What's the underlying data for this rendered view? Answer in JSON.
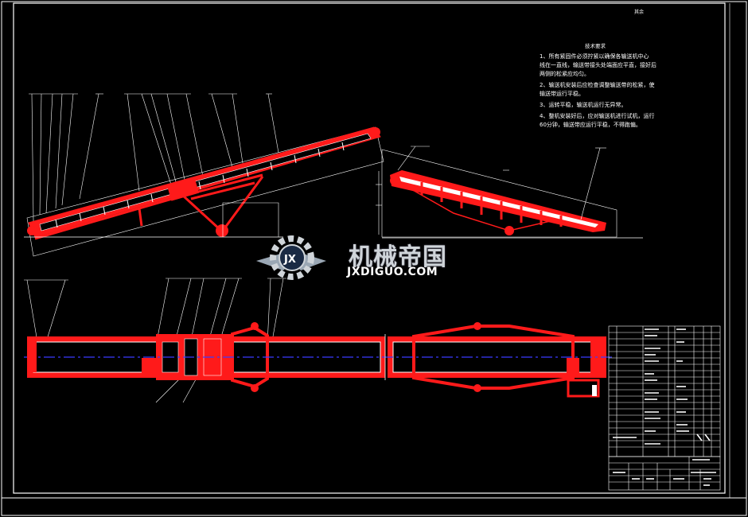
{
  "corner_mark": "其余",
  "notes": {
    "title": "技术要求",
    "items": [
      "1、所有紧固件必须拧紧以确保各输送机中心",
      "    线在一直线，输送带接头处端面应平直，接好后",
      "    两侧的松紧应均匀。",
      "2、输送机安装后应检查调整输送带的松紧，使",
      "    输送带运行平稳。",
      "3、运转平稳，输送机运行无异常。",
      "4、整机安装好后，应对输送机进行试机，运行",
      "    60分钟，输送带应运行平稳，不得跑偏。"
    ]
  },
  "logo": {
    "title": "机械帝国",
    "subtitle": "JXDIGUO.COM",
    "emblem": "JX"
  },
  "colors": {
    "background": "#000000",
    "frame": "#ffffff",
    "part": "#ff1a1a",
    "centerline": "#3b3bff",
    "logo_gray": "#cfd4d9"
  }
}
